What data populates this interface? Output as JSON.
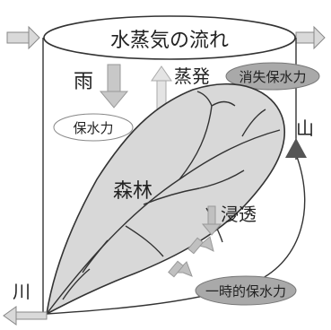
{
  "diagram": {
    "title": "水蒸気の流れ",
    "rain": "雨",
    "evaporation": "蒸発",
    "lost_retention": "消失保水力",
    "retention": "保水力",
    "forest": "森林",
    "mountain": "山",
    "infiltration": "浸透",
    "river": "川",
    "temporary_retention": "一時的保水力"
  },
  "colors": {
    "forest_fill": "#d8d8d8",
    "dark_gray": "#555555",
    "arrow_gray": "#b5b5b5",
    "ellipse_fill": "#ffffff",
    "stream_color": "#333333"
  }
}
